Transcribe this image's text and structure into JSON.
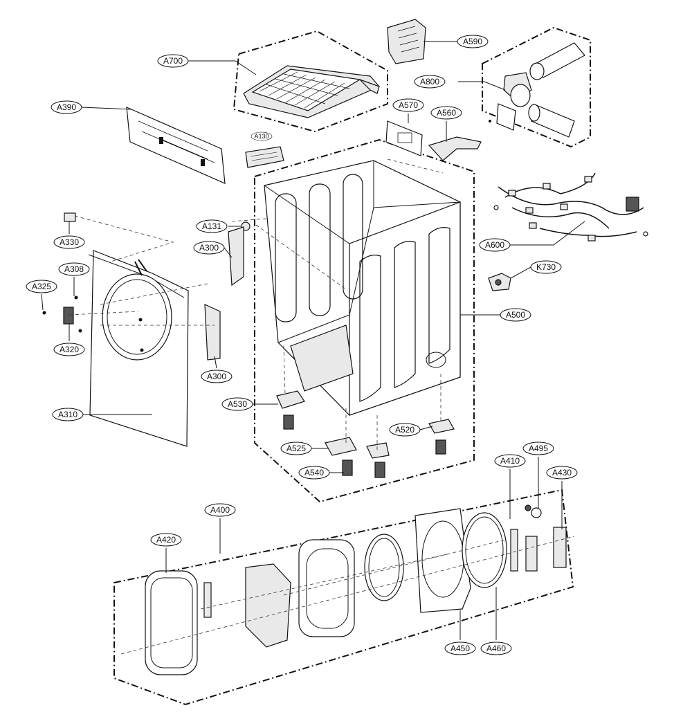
{
  "diagram": {
    "labels": [
      "A700",
      "A590",
      "A800",
      "A390",
      "A570",
      "A560",
      "A130",
      "A600",
      "A131",
      "A300",
      "A330",
      "A308",
      "A325",
      "A320",
      "A300",
      "K730",
      "A500",
      "A530",
      "A310",
      "A520",
      "A525",
      "A540",
      "A410",
      "A495",
      "A430",
      "A400",
      "A420",
      "A450",
      "A460"
    ]
  }
}
